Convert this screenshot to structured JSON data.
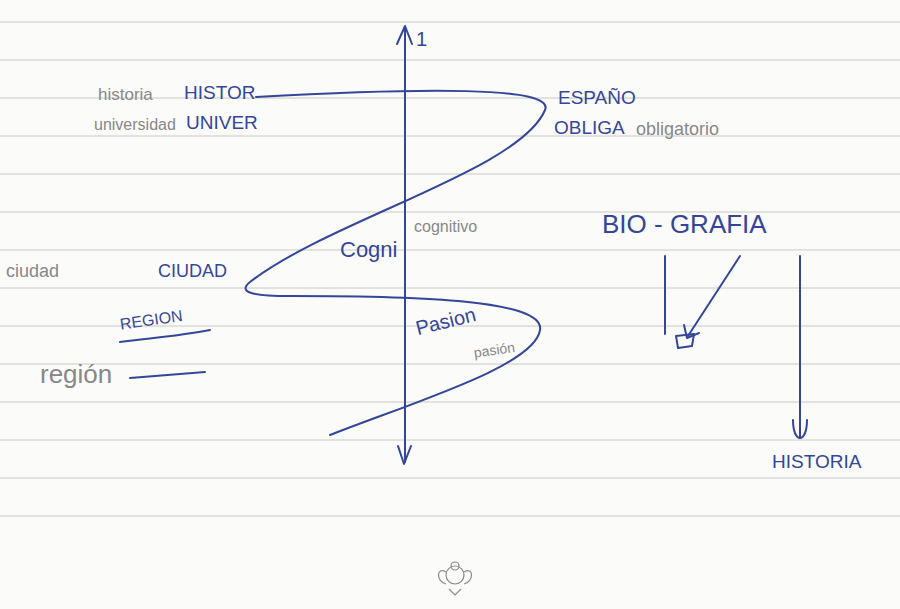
{
  "diagram": {
    "labels": [
      "1",
      "historia",
      "HISTOR",
      "ESPAÑO",
      "universidad",
      "UNIVER",
      "OBLIGA",
      "obligatorio",
      "BIO - GRAFIA",
      "cognitivo",
      "Cogni",
      "ciudad",
      "CIUDAD",
      "REGION",
      "región",
      "Pasion",
      "pasión",
      "HISTORIA"
    ]
  }
}
